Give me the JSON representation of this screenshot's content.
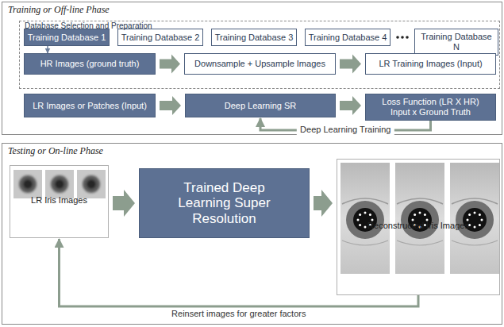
{
  "diagram": {
    "nodes": [
      {
        "text": [
          "Training or Off-line Phase"
        ]
      },
      {
        "text": [
          "Database Selection and Preparation"
        ],
        "in": 0
      },
      {
        "text": [
          "Training Database 1"
        ],
        "in": 1
      },
      {
        "text": [
          "Training Database 2"
        ],
        "in": 1
      },
      {
        "text": [
          "Training Database 3"
        ],
        "in": 1
      },
      {
        "text": [
          "Training Database 4"
        ],
        "in": 1
      },
      {
        "text": [
          "Training Database N"
        ],
        "in": 1
      },
      {
        "text": [
          "HR Images (ground truth)"
        ],
        "in": 1
      },
      {
        "text": [
          "Downsample + Upsample Images"
        ],
        "in": 1
      },
      {
        "text": [
          "LR Training Images (Input)"
        ],
        "in": 1
      },
      {
        "text": [
          "LR Images or Patches (Input)"
        ],
        "in": 0
      },
      {
        "text": [
          "Deep Learning SR"
        ],
        "in": 0
      },
      {
        "text": [
          "Loss Function (LR X HR) Input x Ground Truth"
        ],
        "in": 0
      },
      {
        "text": [
          "Testing or On-line Phase"
        ]
      },
      {
        "text": [
          "LR Iris Images"
        ],
        "in": 13
      },
      {
        "text": [
          "Trained Deep Learning Super Resolution"
        ],
        "in": 13
      },
      {
        "text": [
          "Reconstructed Iris Images"
        ],
        "in": 13
      }
    ],
    "edges": [
      {
        "from": 2,
        "to": 7,
        "arrow": "to"
      },
      {
        "from": 7,
        "to": 8,
        "arrow": "to"
      },
      {
        "from": 8,
        "to": 9,
        "arrow": "to"
      },
      {
        "from": 10,
        "to": 11,
        "arrow": "to"
      },
      {
        "from": 11,
        "to": 12,
        "arrow": "to"
      },
      {
        "from": 12,
        "to": 11,
        "label": "Deep Learning Training",
        "arrow": "to"
      },
      {
        "from": 14,
        "to": 15,
        "arrow": "to"
      },
      {
        "from": 15,
        "to": 16,
        "arrow": "to"
      },
      {
        "from": 16,
        "to": 14,
        "label": "Reinsert images for greater factors",
        "arrow": "to"
      }
    ]
  }
}
